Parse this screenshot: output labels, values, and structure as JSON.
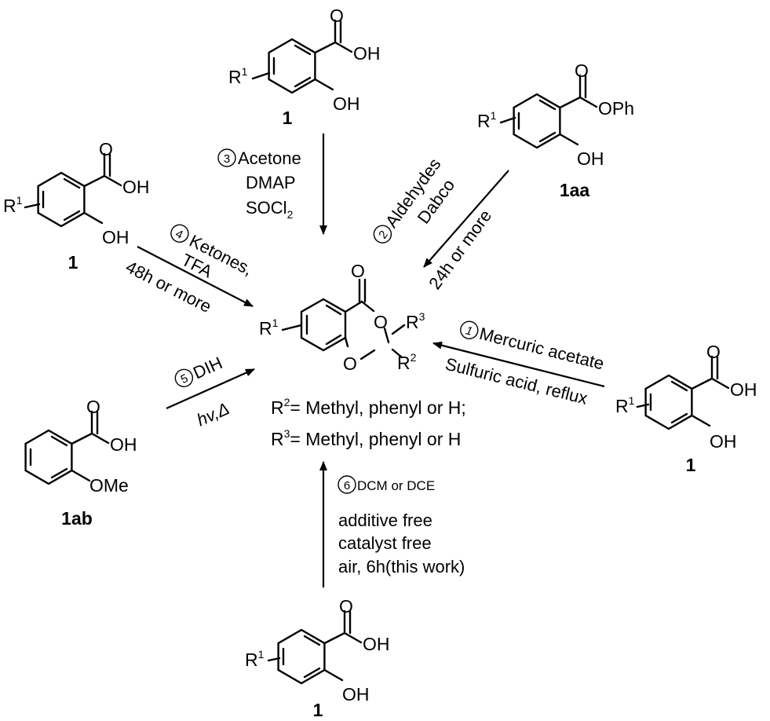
{
  "substituents": {
    "r": "R",
    "r_sup": "1",
    "oh": "OH",
    "o": "O",
    "ome": "OMe",
    "oph": "OPh",
    "r2": "R",
    "r2_sup": "2",
    "r3": "R",
    "r3_sup": "3"
  },
  "compounds": {
    "sa": "1",
    "phenyl_ester": "1aa",
    "anisic": "1ab"
  },
  "routes": {
    "r1": {
      "circle": "1",
      "lines": [
        "Mercuric acetate",
        "Sulfuric acid, reflux"
      ]
    },
    "r2": {
      "circle": "2",
      "lines": [
        "Aldehydes",
        "Dabco",
        "24h or more"
      ]
    },
    "r3": {
      "circle": "3",
      "lines": [
        "Acetone",
        "DMAP",
        "SOCl",
        "2"
      ]
    },
    "r4": {
      "circle": "4",
      "lines": [
        "Ketones,",
        "TFA",
        "48h or more"
      ]
    },
    "r5": {
      "circle": "5",
      "lines": [
        "DIH",
        "hv,Δ"
      ]
    },
    "r6": {
      "circle": "6",
      "lines": [
        "DCM or DCE",
        "additive free",
        "catalyst free",
        "air, 6h(this work)"
      ]
    }
  },
  "product_notes": {
    "r2_label": "= Methyl, phenyl or H;",
    "r3_label": "= Methyl, phenyl or H"
  }
}
